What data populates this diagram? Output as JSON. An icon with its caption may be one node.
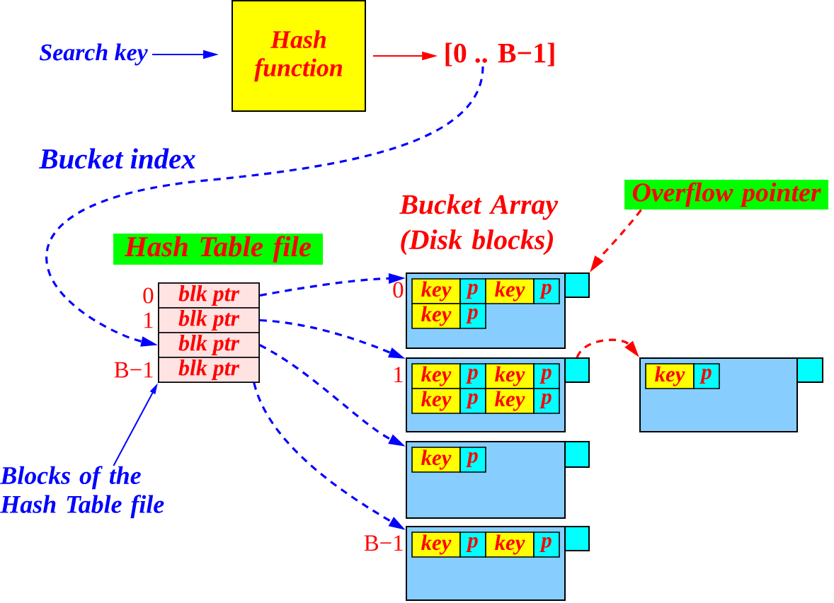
{
  "diagram": {
    "nodes": [
      {
        "text": [
          "Search key"
        ]
      },
      {
        "text": [
          "Hash function"
        ]
      },
      {
        "text": [
          "[0 .. B−1]"
        ]
      },
      {
        "text": [
          "Overflow pointer"
        ]
      },
      {
        "text": [
          "Hash Table file"
        ]
      },
      {
        "text": [],
        "shape": "box"
      },
      {
        "text": [
          "blk ptr"
        ],
        "in": 5,
        "beside": [
          "0"
        ]
      },
      {
        "text": [
          "blk ptr"
        ],
        "in": 5,
        "beside": [
          "1"
        ]
      },
      {
        "text": [
          "blk ptr"
        ],
        "in": 5
      },
      {
        "text": [
          "blk ptr"
        ],
        "in": 5,
        "beside": [
          "B−1"
        ]
      },
      {
        "text": [],
        "shape": "box",
        "beside": [
          "0"
        ]
      },
      {
        "text": [
          "key"
        ],
        "in": 10
      },
      {
        "text": [
          "p"
        ],
        "in": 10
      },
      {
        "text": [
          "key"
        ],
        "in": 10
      },
      {
        "text": [
          "p"
        ],
        "in": 10
      },
      {
        "text": [
          "key"
        ],
        "in": 10
      },
      {
        "text": [
          "p"
        ],
        "in": 10
      },
      {
        "text": [],
        "shape": "box"
      },
      {
        "text": [],
        "shape": "box",
        "beside": [
          "1"
        ]
      },
      {
        "text": [
          "key"
        ],
        "in": 18
      },
      {
        "text": [
          "p"
        ],
        "in": 18
      },
      {
        "text": [
          "key"
        ],
        "in": 18
      },
      {
        "text": [
          "p"
        ],
        "in": 18
      },
      {
        "text": [
          "key"
        ],
        "in": 18
      },
      {
        "text": [
          "p"
        ],
        "in": 18
      },
      {
        "text": [
          "key"
        ],
        "in": 18
      },
      {
        "text": [
          "p"
        ],
        "in": 18
      },
      {
        "text": [],
        "shape": "box"
      },
      {
        "text": [],
        "shape": "box"
      },
      {
        "text": [
          "key"
        ],
        "in": 28
      },
      {
        "text": [
          "p"
        ],
        "in": 28
      },
      {
        "text": [],
        "shape": "box"
      },
      {
        "text": [],
        "shape": "box"
      },
      {
        "text": [
          "key"
        ],
        "in": 32
      },
      {
        "text": [
          "p"
        ],
        "in": 32
      },
      {
        "text": [],
        "shape": "box"
      },
      {
        "text": [],
        "shape": "box",
        "beside": [
          "B−1"
        ]
      },
      {
        "text": [
          "key"
        ],
        "in": 36
      },
      {
        "text": [
          "p"
        ],
        "in": 36
      },
      {
        "text": [
          "key"
        ],
        "in": 36
      },
      {
        "text": [
          "p"
        ],
        "in": 36
      },
      {
        "text": [],
        "shape": "box"
      },
      {
        "text": [
          "Blocks of the Hash Table file"
        ]
      }
    ],
    "edges": [
      {
        "from": 0,
        "to": 1,
        "arrow": "to"
      },
      {
        "from": 1,
        "to": 2,
        "arrow": "to",
        "color": "#ff0000"
      },
      {
        "from": 2,
        "to": 8,
        "arrow": "to",
        "style": "dashed",
        "label": "Bucket index"
      },
      {
        "from": 3,
        "to": 17,
        "arrow": "to",
        "style": "dashed",
        "color": "#ff0000"
      },
      {
        "from": 6,
        "to": 10,
        "arrow": "to",
        "style": "dashed"
      },
      {
        "from": 7,
        "to": 18,
        "arrow": "to",
        "style": "dashed"
      },
      {
        "from": 8,
        "to": 32,
        "arrow": "to",
        "style": "dashed"
      },
      {
        "from": 9,
        "to": 36,
        "arrow": "to",
        "style": "dashed"
      },
      {
        "from": 27,
        "to": 28,
        "arrow": "to",
        "style": "dashed",
        "color": "#ff0000"
      },
      {
        "from": 42,
        "to": 5,
        "arrow": "to"
      }
    ],
    "labels": [
      "Bucket Array (Disk blocks)"
    ]
  }
}
